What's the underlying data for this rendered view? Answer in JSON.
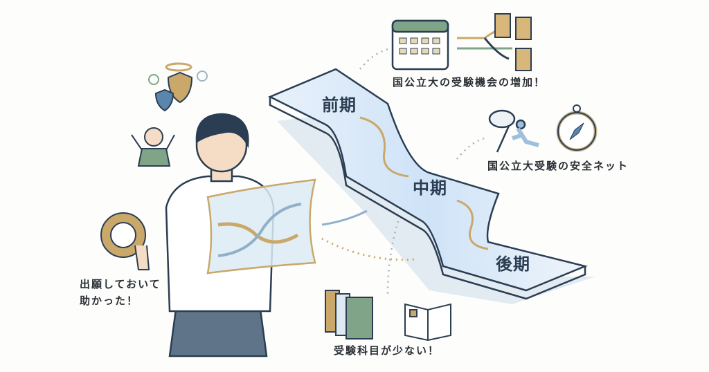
{
  "stages": {
    "early": "前期",
    "middle": "中期",
    "late": "後期"
  },
  "callouts": {
    "more_chances": "国公立大の受験機会の増加！",
    "safety_net": "国公立大受験の安全ネット",
    "fewer_subjects": "受験科目が少ない！",
    "glad_applied": [
      "出願しておいて",
      "助かった！"
    ]
  },
  "colors": {
    "navy": "#2b3d52",
    "gold": "#c9a86a",
    "green": "#7fa487",
    "sky": "#9fc0dc"
  }
}
